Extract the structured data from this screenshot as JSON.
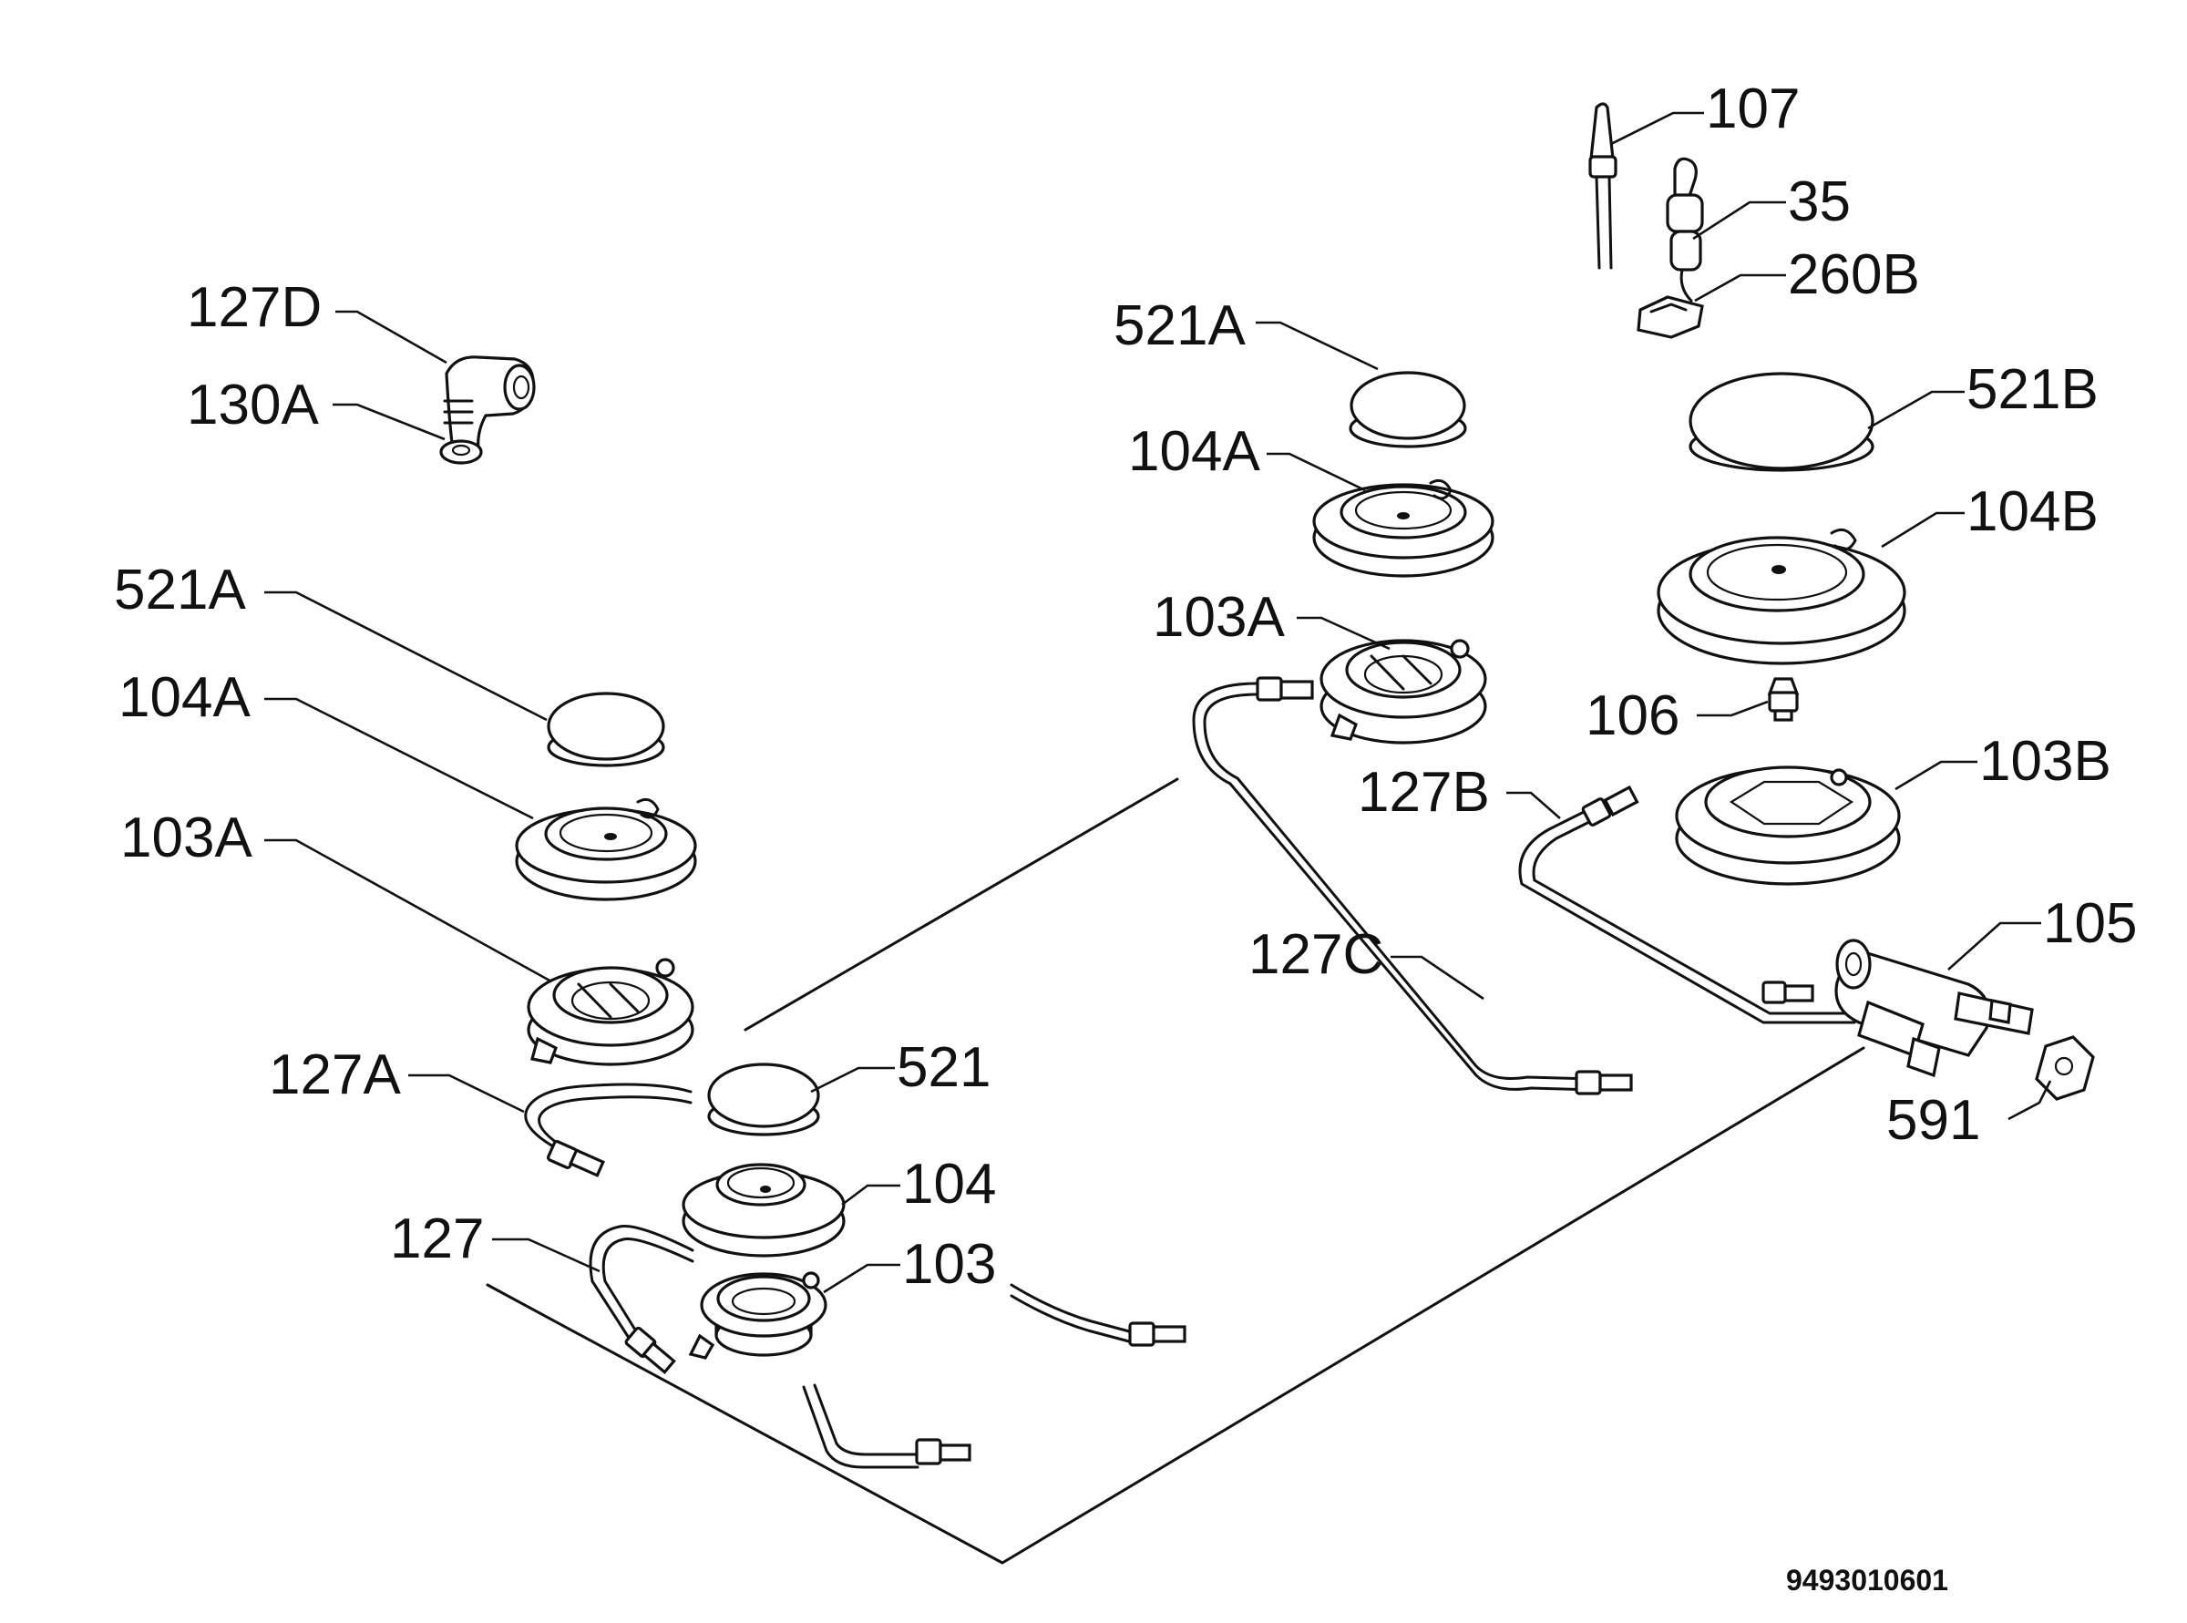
{
  "callouts": [
    {
      "id": "c-107",
      "text": "107"
    },
    {
      "id": "c-35",
      "text": "35"
    },
    {
      "id": "c-260b",
      "text": "260B"
    },
    {
      "id": "c-127d",
      "text": "127D"
    },
    {
      "id": "c-130a",
      "text": "130A"
    },
    {
      "id": "c-521a-r",
      "text": "521A"
    },
    {
      "id": "c-104a-r",
      "text": "104A"
    },
    {
      "id": "c-521b",
      "text": "521B"
    },
    {
      "id": "c-104b",
      "text": "104B"
    },
    {
      "id": "c-103a-r",
      "text": "103A"
    },
    {
      "id": "c-106",
      "text": "106"
    },
    {
      "id": "c-127b",
      "text": "127B"
    },
    {
      "id": "c-103b",
      "text": "103B"
    },
    {
      "id": "c-521a-l",
      "text": "521A"
    },
    {
      "id": "c-104a-l",
      "text": "104A"
    },
    {
      "id": "c-103a-l",
      "text": "103A"
    },
    {
      "id": "c-127c",
      "text": "127C"
    },
    {
      "id": "c-105",
      "text": "105"
    },
    {
      "id": "c-127a",
      "text": "127A"
    },
    {
      "id": "c-521",
      "text": "521"
    },
    {
      "id": "c-591",
      "text": "591"
    },
    {
      "id": "c-104",
      "text": "104"
    },
    {
      "id": "c-127",
      "text": "127"
    },
    {
      "id": "c-103",
      "text": "103"
    }
  ],
  "drawing_code": "9493010601"
}
